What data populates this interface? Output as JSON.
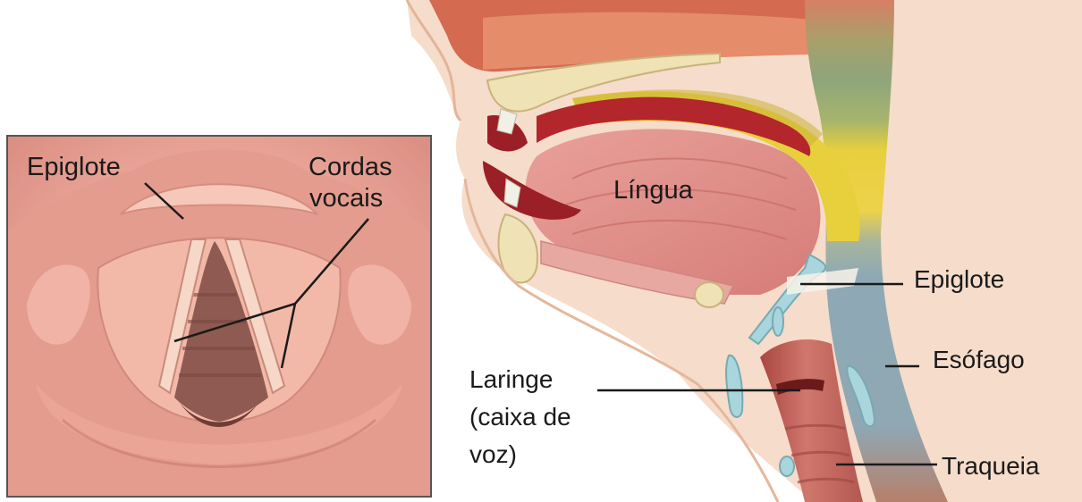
{
  "inset_labels": {
    "epiglote": "Epiglote",
    "cordas_line1": "Cordas",
    "cordas_line2": "vocais"
  },
  "main_labels": {
    "lingua": "Língua",
    "epiglote": "Epiglote",
    "esofago": "Esófago",
    "laringe_line1": "Laringe",
    "laringe_line2": "(caixa de",
    "laringe_line3": "voz)",
    "traqueia": "Traqueia"
  },
  "colors": {
    "nasal_cavity": "#8e9e6a",
    "pharynx_yellow": "#e9cf3c",
    "esophagus_blue": "#8ea9b5",
    "tongue": "#dd8a86",
    "trachea": "#c8655c",
    "skin": "#f4d3c0",
    "inset_bg": "#e9a79a"
  }
}
